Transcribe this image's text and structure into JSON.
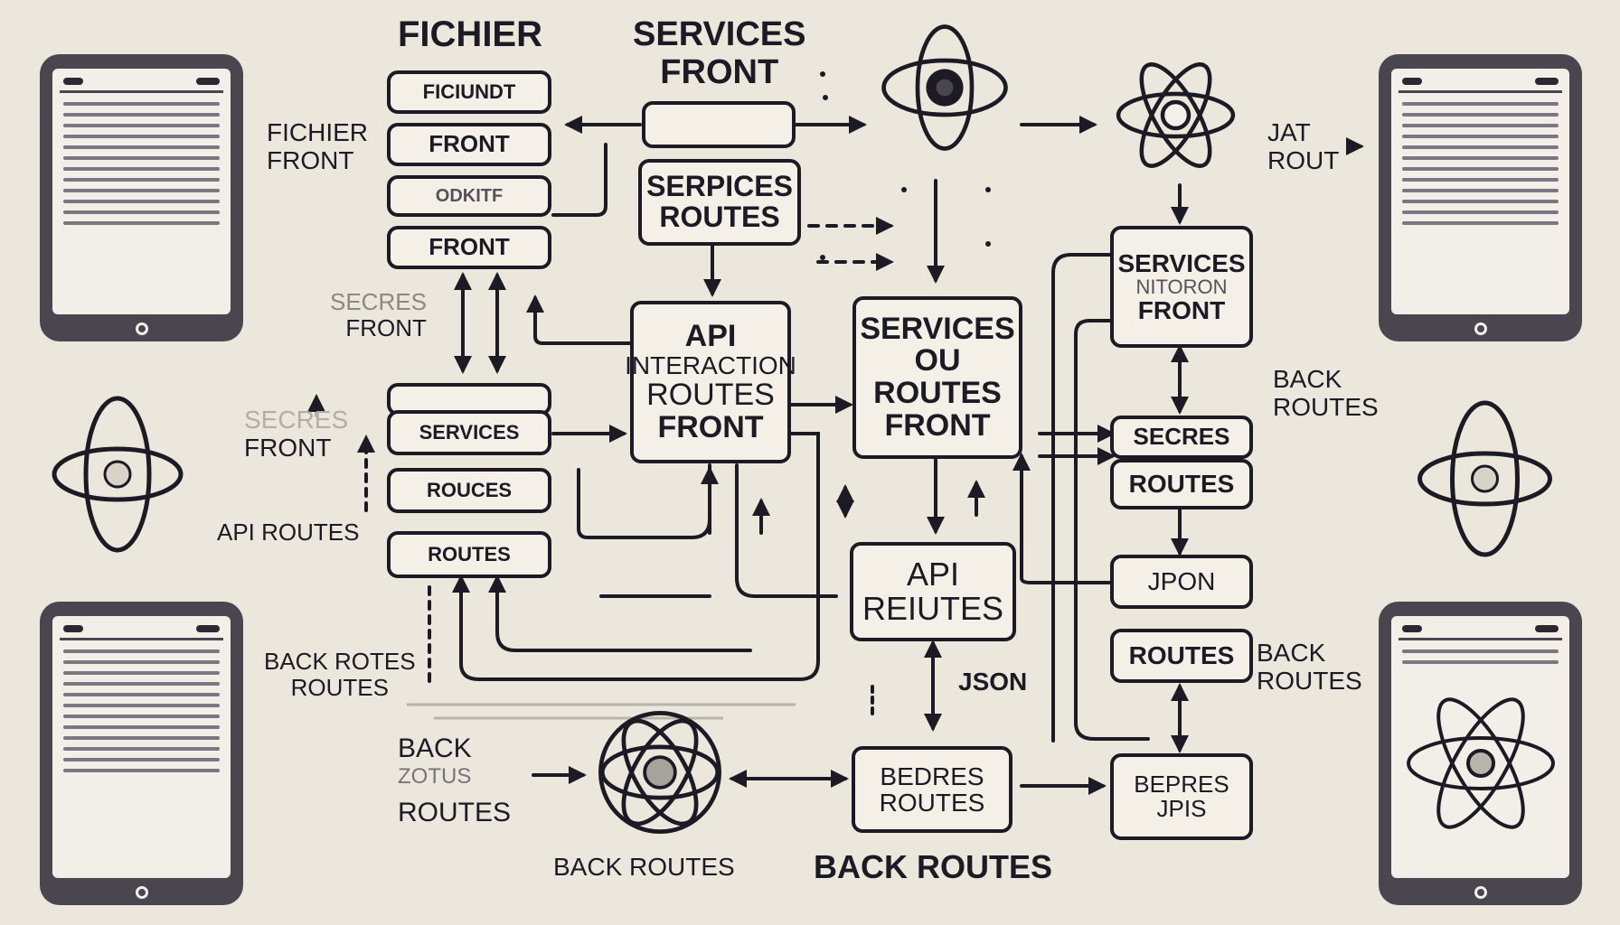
{
  "headings": {
    "fichier": "FICHIER",
    "services_front": [
      "SERVICES",
      "FRONT"
    ],
    "back_routes": "BACK ROUTES"
  },
  "boxes": {
    "fichier_stack": [
      "FICIUNDT",
      "FRONT",
      "ODKITF",
      "FRONT"
    ],
    "toolbar_mid": "",
    "serpices_routes": [
      "SERPICES",
      "ROUTES"
    ],
    "api_interaction": [
      "API",
      "INTERACTION",
      "ROUTES",
      "FRONT"
    ],
    "services_ou_routes": [
      "SERVICES",
      "OU",
      "ROUTES",
      "FRONT"
    ],
    "services_stack": [
      "SERVICES",
      "ROUCES",
      "ROUTES"
    ],
    "api_reiutes": [
      "API",
      "REIUTES"
    ],
    "services_nitoron": [
      "SERVICES",
      "NITORON",
      "FRONT"
    ],
    "secres_routes": [
      "SECRES",
      "ROUTES"
    ],
    "jpon": "JPON",
    "routes_right": "ROUTES",
    "bepres_jpis": [
      "BEPRES",
      "JPIS"
    ],
    "bedres_routes": [
      "BEDRES",
      "ROUTES"
    ]
  },
  "labels": {
    "fichier_front": [
      "FICHIER",
      "FRONT"
    ],
    "secres_front": [
      "SECRES",
      "FRONT"
    ],
    "secres_faded_front": [
      "SECRES",
      "FRONT"
    ],
    "api_routes": "API ROUTES",
    "back_rotes_routes": [
      "BACK ROTES",
      "ROUTES"
    ],
    "back_zotus_routes": [
      "BACK",
      "ZOTUS",
      "ROUTES"
    ],
    "back_routes_bottom": "BACK ROUTES",
    "json": "JSON",
    "jat_rout": [
      "JAT",
      "ROUT"
    ],
    "back_routes_right1": [
      "BACK",
      "ROUTES"
    ],
    "back_routes_right2": [
      "BACK",
      "ROUTES"
    ]
  },
  "icons": [
    "tablet-icon",
    "atom-icon",
    "eye-atom-icon"
  ],
  "colors": {
    "ink": "#1c1a24",
    "paper": "#ece7dc",
    "box": "#f4f0e7",
    "device": "#4a4650"
  }
}
